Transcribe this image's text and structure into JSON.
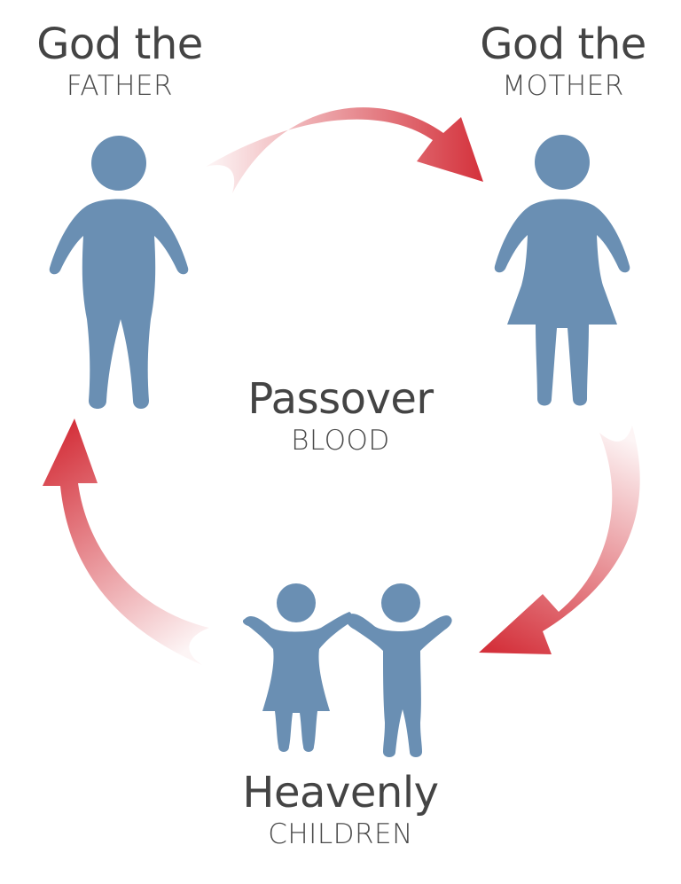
{
  "nodes": {
    "father": {
      "title": "God the",
      "subtitle": "FATHER",
      "icon": "man-figure-icon"
    },
    "mother": {
      "title": "God the",
      "subtitle": "MOTHER",
      "icon": "woman-figure-icon"
    },
    "children": {
      "title": "Heavenly",
      "subtitle": "CHILDREN",
      "icon": "children-figures-icon"
    }
  },
  "center": {
    "title": "Passover",
    "subtitle": "BLOOD"
  },
  "colors": {
    "figure": "#6a8fb3",
    "arrow": "#d4313b",
    "text": "#444444"
  },
  "arrows": [
    {
      "from": "father",
      "to": "mother",
      "icon": "curved-arrow-icon"
    },
    {
      "from": "mother",
      "to": "children",
      "icon": "curved-arrow-icon"
    },
    {
      "from": "children",
      "to": "father",
      "icon": "curved-arrow-icon"
    }
  ]
}
